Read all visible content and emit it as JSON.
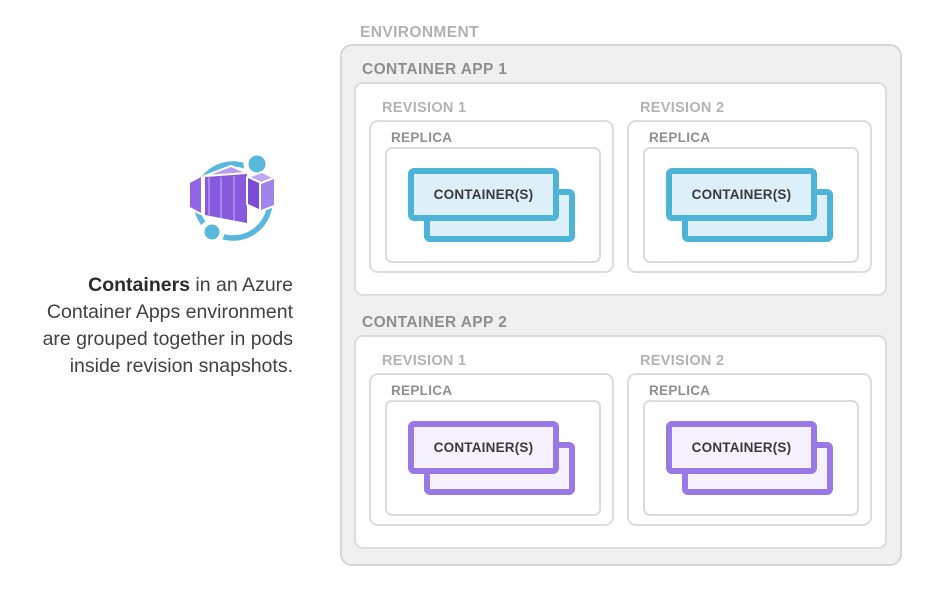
{
  "aside": {
    "icon_name": "azure-container-apps-icon",
    "description_lines": [
      {
        "bold": "Containers",
        "rest": " in an Azure"
      },
      {
        "rest": "Container Apps environment"
      },
      {
        "rest": "are grouped together in pods"
      },
      {
        "rest": "inside revision snapshots."
      }
    ]
  },
  "diagram": {
    "environment_label": "ENVIRONMENT",
    "apps": [
      {
        "label": "CONTAINER APP 1",
        "accent": "#4db4d8",
        "container_fill": "#ddeff8",
        "revisions": [
          {
            "label": "REVISION 1",
            "replica_label": "REPLICA",
            "container_label": "CONTAINER(S)"
          },
          {
            "label": "REVISION 2",
            "replica_label": "REPLICA",
            "container_label": "CONTAINER(S)"
          }
        ]
      },
      {
        "label": "CONTAINER APP 2",
        "accent": "#9a78e6",
        "container_fill": "#f5f1fd",
        "revisions": [
          {
            "label": "REVISION 1",
            "replica_label": "REPLICA",
            "container_label": "CONTAINER(S)"
          },
          {
            "label": "REVISION 2",
            "replica_label": "REPLICA",
            "container_label": "CONTAINER(S)"
          }
        ]
      }
    ]
  },
  "colors": {
    "environment_fill": "#f0f0f0",
    "box_border_gray": "#dcdcdc",
    "label_light_gray": "#b1b1b1",
    "label_dark_gray": "#8e8e8e",
    "app1_accent": "#4db4d8",
    "app1_container_fill": "#ddeff8",
    "app2_accent": "#9a78e6",
    "app2_container_fill": "#f5f1fd",
    "icon_orbit_blue": "#57b8dc",
    "icon_cube_purple": "#8659dd",
    "body_text": "#424242"
  }
}
